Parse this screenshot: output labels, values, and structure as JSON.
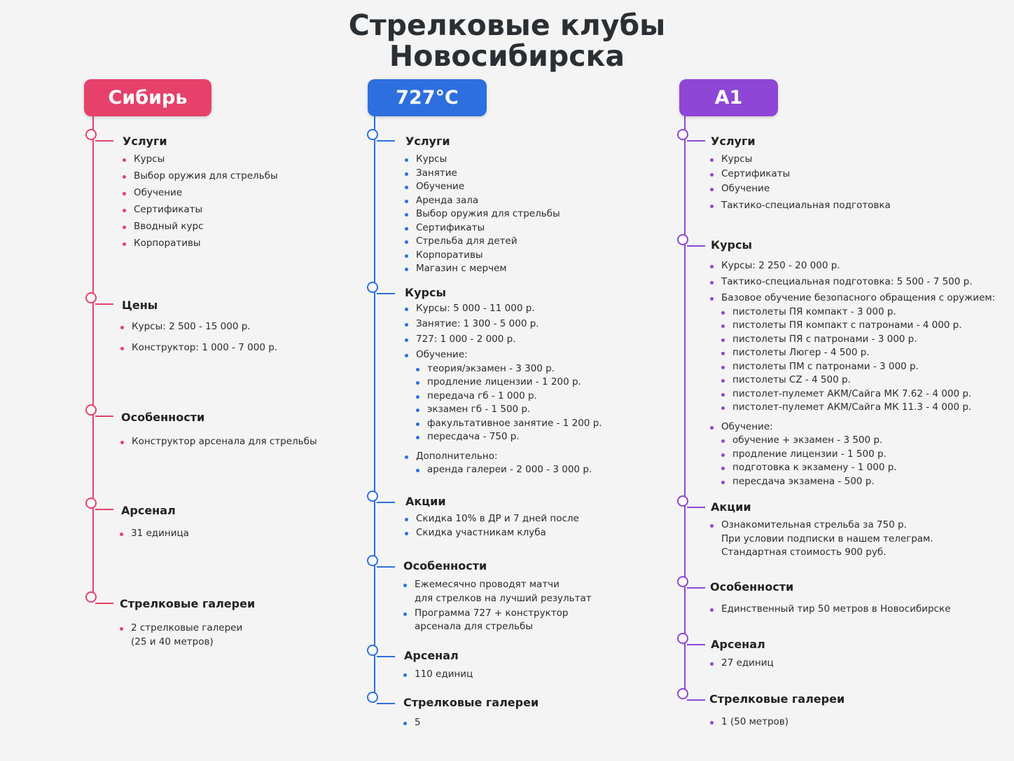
{
  "title_line1": "Стрелковые клубы",
  "title_line2": "Новосибирска",
  "colors": {
    "sibir": "#e5416a",
    "c727": "#2d6fdf",
    "a1": "#8d46d6"
  },
  "sibir": {
    "name": "Сибирь",
    "services": {
      "title": "Услуги",
      "items": [
        "Курсы",
        "Выбор оружия для стрельбы",
        "Обучение",
        "Сертификаты",
        "Вводный курс",
        "Корпоративы"
      ]
    },
    "prices": {
      "title": "Цены",
      "items": [
        "Курсы: 2 500 - 15 000 р.",
        "Конструктор: 1 000 - 7 000 р."
      ]
    },
    "features": {
      "title": "Особенности",
      "items": [
        "Конструктор арсенала для стрельбы"
      ]
    },
    "arsenal": {
      "title": "Арсенал",
      "items": [
        "31 единица"
      ]
    },
    "galleries": {
      "title": "Стрелковые галереи",
      "line1": "2 стрелковые галереи",
      "line2": "(25 и 40 метров)"
    }
  },
  "c727": {
    "name": "727°C",
    "services": {
      "title": "Услуги",
      "items": [
        "Курсы",
        "Занятие",
        "Обучение",
        "Аренда зала",
        "Выбор оружия для стрельбы",
        "Сертификаты",
        "Стрельба для детей",
        "Корпоративы",
        "Магазин с мерчем"
      ]
    },
    "courses": {
      "title": "Курсы",
      "items": [
        "Курсы: 5 000 - 11 000 р.",
        "Занятие: 1 300 - 5 000 р.",
        "727: 1 000 - 2 000 р."
      ],
      "training_label": "Обучение:",
      "training": [
        "теория/экзамен - 3 300 р.",
        "продление лицензии - 1 200 р.",
        "передача гб - 1 000 р.",
        "экзамен гб - 1 500 р.",
        "факультативное занятие - 1 200 р.",
        "пересдача - 750 р."
      ],
      "extra_label": "Дополнительно:",
      "extra": [
        "аренда галереи - 2 000 - 3 000 р."
      ]
    },
    "promos": {
      "title": "Акции",
      "items": [
        "Скидка 10% в ДР и 7 дней после",
        "Скидка участникам клуба"
      ]
    },
    "features": {
      "title": "Особенности",
      "item1_line1": "Ежемесячно проводят матчи",
      "item1_line2": "для стрелков на лучший результат",
      "item2_line1": "Программа 727 + конструктор",
      "item2_line2": "арсенала для стрельбы"
    },
    "arsenal": {
      "title": "Арсенал",
      "items": [
        "110 единиц"
      ]
    },
    "galleries": {
      "title": "Стрелковые галереи",
      "items": [
        "5"
      ]
    }
  },
  "a1": {
    "name": "А1",
    "services": {
      "title": "Услуги",
      "items": [
        "Курсы",
        "Сертификаты",
        "Обучение",
        "Тактико-специальная подготовка"
      ]
    },
    "courses": {
      "title": "Курсы",
      "items": [
        "Курсы: 2 250 - 20 000 р.",
        "Тактико-специальная подготовка: 5 500 - 7 500 р.",
        "Базовое обучение безопасного обращения с оружием:"
      ],
      "basic": [
        "пистолеты ПЯ компакт - 3 000 р.",
        "пистолеты ПЯ компакт с патронами - 4 000 р.",
        "пистолеты ПЯ с патронами - 3 000 р.",
        "пистолеты Люгер - 4 500 р.",
        "пистолеты ПМ с патронами - 3 000 р.",
        "пистолеты CZ - 4 500 р.",
        "пистолет-пулемет АКМ/Сайга МК 7.62 - 4 000 р.",
        "пистолет-пулемет АКМ/Сайга МК 11.3 - 4 000 р."
      ],
      "training_label": "Обучение:",
      "training": [
        "обучение + экзамен - 3 500 р.",
        "продление лицензии - 1 500 р.",
        "подготовка к экзамену - 1 000 р.",
        "пересдача экзамена - 500 р."
      ]
    },
    "promos": {
      "title": "Акции",
      "line1": "Ознакомительная стрельба за 750 р.",
      "line2": "При условии подписки в нашем телеграм.",
      "line3": "Стандартная стоимость 900 руб."
    },
    "features": {
      "title": "Особенности",
      "items": [
        "Единственный тир 50 метров в Новосибирске"
      ]
    },
    "arsenal": {
      "title": "Арсенал",
      "items": [
        "27 единиц"
      ]
    },
    "galleries": {
      "title": "Стрелковые галереи",
      "items": [
        "1 (50 метров)"
      ]
    }
  }
}
